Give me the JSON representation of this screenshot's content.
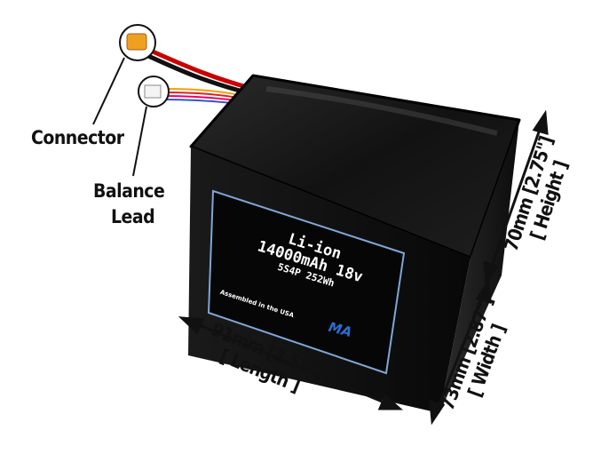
{
  "callouts": {
    "connector": "Connector",
    "balance_lead_line1": "Balance",
    "balance_lead_line2": "Lead"
  },
  "battery_label": {
    "chemistry": "Li-ion",
    "capacity_voltage": "14000mAh 18v",
    "config_energy": "5S4P 252Wh",
    "origin": "Assembled in the USA",
    "logo_text": "MA"
  },
  "dimensions": {
    "length": {
      "value": "91mm [3.58\"]",
      "label": "[ Length ]"
    },
    "height": {
      "value": "70mm [2.75\"]",
      "label": "[ Height ]"
    },
    "width": {
      "value": "73mm [2.87\"]",
      "label": "[ Width ]"
    }
  },
  "colors": {
    "battery": "#0d0d0d",
    "label_border": "#7fa6d6",
    "connector": "#f0a020",
    "logo": "#2a6fd0"
  }
}
